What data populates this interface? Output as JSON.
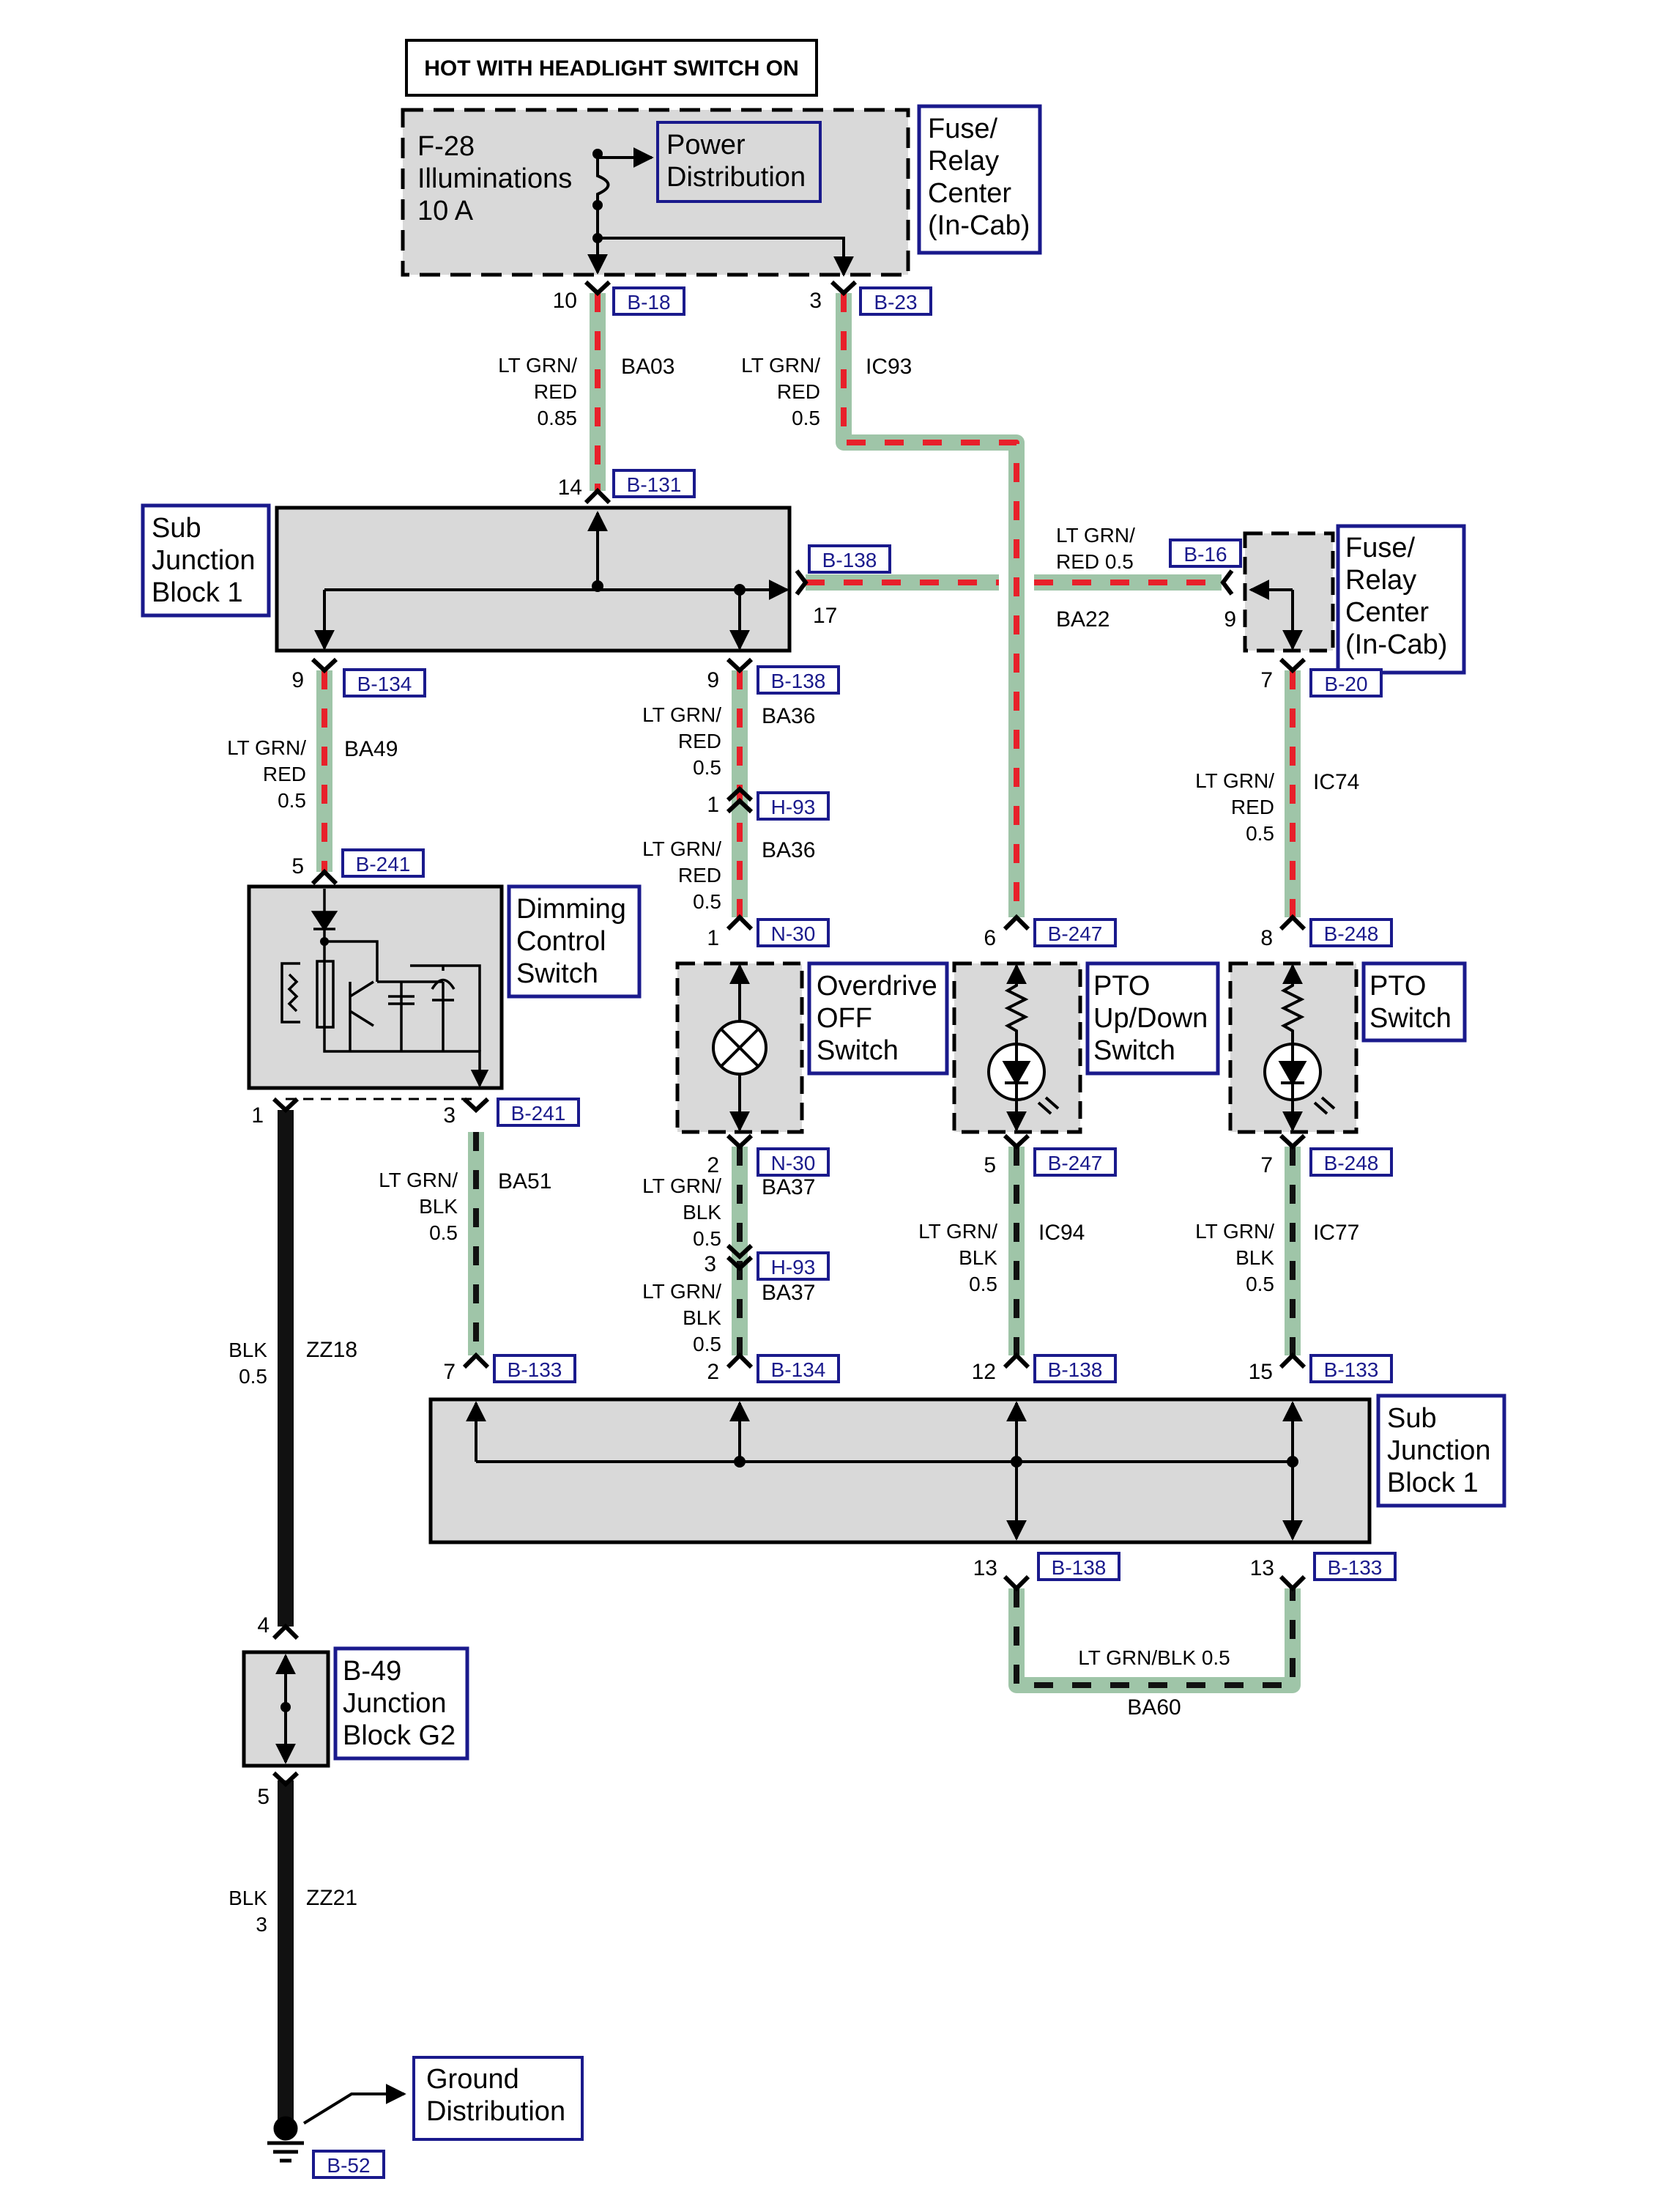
{
  "header": "HOT WITH HEADLIGHT SWITCH ON",
  "fuse": {
    "line1": "F-28",
    "line2": "Illuminations",
    "line3": "10 A"
  },
  "links": {
    "power": [
      "Power",
      "Distribution"
    ],
    "ground": [
      "Ground",
      "Distribution"
    ]
  },
  "components": {
    "fuse_relay_top": [
      "Fuse/",
      "Relay",
      "Center",
      "(In-Cab)"
    ],
    "fuse_relay_right": [
      "Fuse/",
      "Relay",
      "Center",
      "(In-Cab)"
    ],
    "sjb_top": [
      "Sub",
      "Junction",
      "Block 1"
    ],
    "sjb_bottom": [
      "Sub",
      "Junction",
      "Block 1"
    ],
    "dimming": [
      "Dimming",
      "Control",
      "Switch"
    ],
    "overdrive": [
      "Overdrive",
      "OFF",
      "Switch"
    ],
    "pto_updown": [
      "PTO",
      "Up/Down",
      "Switch"
    ],
    "pto_switch": [
      "PTO",
      "Switch"
    ],
    "jbg2": [
      "B-49",
      "Junction",
      "Block G2"
    ]
  },
  "connectors": {
    "b18": "B-18",
    "b23": "B-23",
    "b131": "B-131",
    "b138a": "B-138",
    "b16": "B-16",
    "b134a": "B-134",
    "b138b": "B-138",
    "b20": "B-20",
    "h93a": "H-93",
    "b241a": "B-241",
    "n30a": "N-30",
    "b247a": "B-247",
    "b248a": "B-248",
    "b241b": "B-241",
    "n30b": "N-30",
    "b247b": "B-247",
    "b248b": "B-248",
    "h93b": "H-93",
    "b133a": "B-133",
    "b134b": "B-134",
    "b138c": "B-138",
    "b133b": "B-133",
    "b138d": "B-138",
    "b133c": "B-133",
    "b52": "B-52"
  },
  "pins": {
    "p10": "10",
    "p3a": "3",
    "p14": "14",
    "p17": "17",
    "p9a": "9",
    "p9b": "9",
    "p9c": "9",
    "p7a": "7",
    "p1a": "1",
    "p5a": "5",
    "p1b": "1",
    "p6": "6",
    "p8": "8",
    "p1c": "1",
    "p3b": "3",
    "p2a": "2",
    "p5b": "5",
    "p7b": "7",
    "p3c": "3",
    "p7c": "7",
    "p2b": "2",
    "p12": "12",
    "p15": "15",
    "p13a": "13",
    "p13b": "13",
    "p4": "4",
    "p5c": "5"
  },
  "wires": {
    "ba03": {
      "color": [
        "LT GRN/",
        "RED",
        "0.85"
      ],
      "id": "BA03"
    },
    "ic93": {
      "color": [
        "LT GRN/",
        "RED",
        "0.5"
      ],
      "id": "IC93"
    },
    "ba22": {
      "color": [
        "LT GRN/",
        "RED 0.5"
      ],
      "id": "BA22"
    },
    "ba49": {
      "color": [
        "LT GRN/",
        "RED",
        "0.5"
      ],
      "id": "BA49"
    },
    "ba36a": {
      "color": [
        "LT GRN/",
        "RED",
        "0.5"
      ],
      "id": "BA36"
    },
    "ba36b": {
      "color": [
        "LT GRN/",
        "RED",
        "0.5"
      ],
      "id": "BA36"
    },
    "ic74": {
      "color": [
        "LT GRN/",
        "RED",
        "0.5"
      ],
      "id": "IC74"
    },
    "ba51": {
      "color": [
        "LT GRN/",
        "BLK",
        "0.5"
      ],
      "id": "BA51"
    },
    "ba37a": {
      "color": [
        "LT GRN/",
        "BLK",
        "0.5"
      ],
      "id": "BA37"
    },
    "ba37b": {
      "color": [
        "LT GRN/",
        "BLK",
        "0.5"
      ],
      "id": "BA37"
    },
    "ic94": {
      "color": [
        "LT GRN/",
        "BLK",
        "0.5"
      ],
      "id": "IC94"
    },
    "ic77": {
      "color": [
        "LT GRN/",
        "BLK",
        "0.5"
      ],
      "id": "IC77"
    },
    "zz18": {
      "color": [
        "BLK",
        "0.5"
      ],
      "id": "ZZ18"
    },
    "zz21": {
      "color": [
        "BLK",
        "3"
      ],
      "id": "ZZ21"
    },
    "ba60": {
      "color": [
        "LT GRN/BLK 0.5"
      ],
      "id": "BA60"
    }
  },
  "colors": {
    "wire_base": "#9fc5a8",
    "red_stripe": "#e8202a",
    "black_stripe": "#111111",
    "component_fill": "#d9d9d9",
    "ref_border": "#1a1a8c"
  }
}
